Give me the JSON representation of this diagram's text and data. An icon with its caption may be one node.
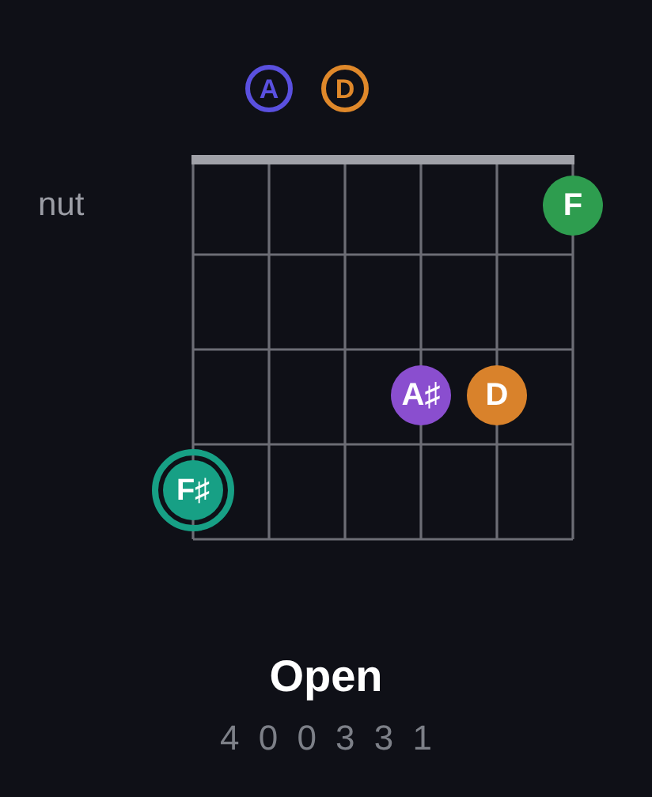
{
  "diagram": {
    "title": "Open",
    "nodes": [
      {
        "text": [
          "A"
        ]
      },
      {
        "text": [
          "D"
        ]
      },
      {
        "text": [
          "F"
        ]
      },
      {
        "text": [
          "A♯"
        ]
      },
      {
        "text": [
          "D"
        ]
      },
      {
        "text": [
          "F♯"
        ]
      }
    ],
    "labels": [
      "nut",
      "4 0 0 3 3 1"
    ]
  }
}
